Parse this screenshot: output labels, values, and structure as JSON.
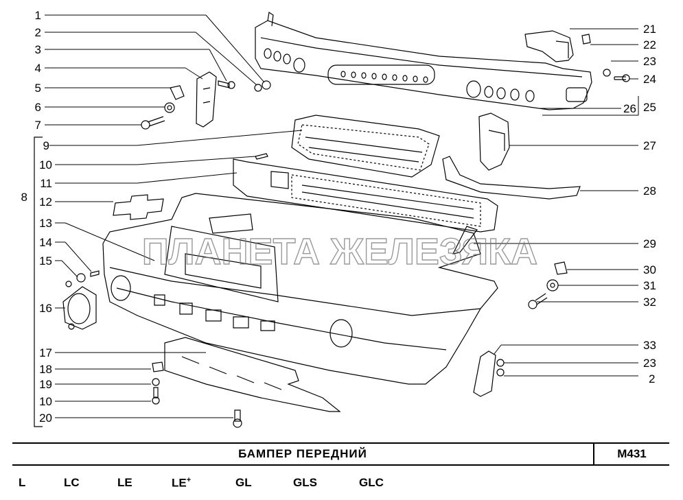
{
  "watermark": "ПЛАНЕТА ЖЕЛЕЗЯКА",
  "callouts_left": [
    "1",
    "2",
    "3",
    "4",
    "5",
    "6",
    "7",
    "9",
    "10",
    "11",
    "12",
    "13",
    "14",
    "15",
    "16",
    "17",
    "18",
    "19",
    "10",
    "20"
  ],
  "group_label": "8",
  "callouts_right": [
    "21",
    "22",
    "23",
    "24",
    "26",
    "25",
    "27",
    "28",
    "29",
    "30",
    "31",
    "32",
    "33",
    "23",
    "2"
  ],
  "title": "БАМПЕР   ПЕРЕДНИЙ",
  "code": "M431",
  "variants": [
    {
      "label": "L",
      "sup": ""
    },
    {
      "label": "LC",
      "sup": ""
    },
    {
      "label": "LE",
      "sup": ""
    },
    {
      "label": "LE",
      "sup": "+"
    },
    {
      "label": "GL",
      "sup": ""
    },
    {
      "label": "GLS",
      "sup": ""
    },
    {
      "label": "GLC",
      "sup": ""
    }
  ]
}
